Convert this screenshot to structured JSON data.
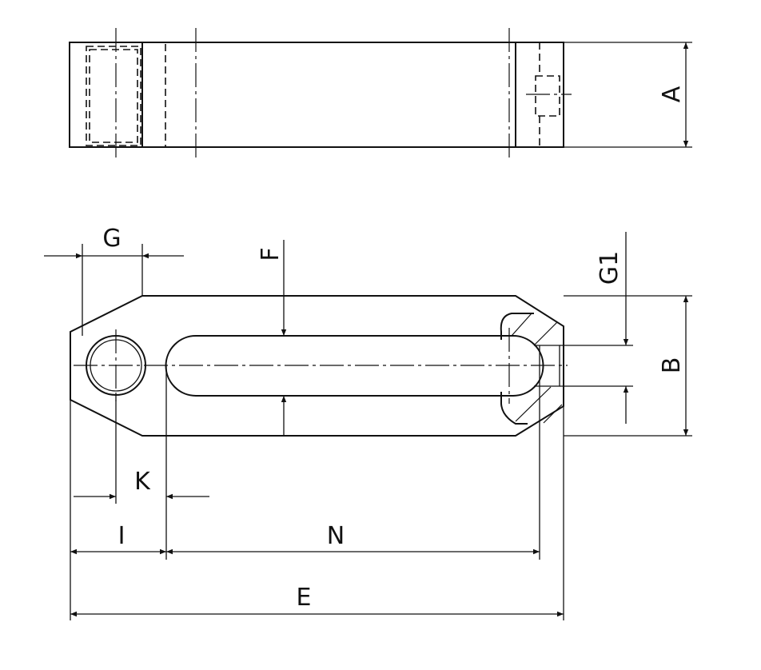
{
  "title": "Slotted clamp technical drawing",
  "labels": {
    "A": "A",
    "B": "B",
    "E": "E",
    "F": "F",
    "G": "G",
    "G1": "G1",
    "I": "I",
    "K": "K",
    "N": "N"
  },
  "colors": {
    "line": "#111111",
    "background": "#ffffff"
  }
}
